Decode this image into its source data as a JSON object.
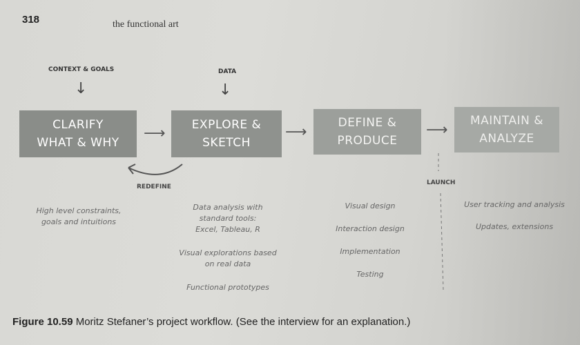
{
  "page": {
    "number": "318",
    "running_head": "the functional art"
  },
  "inputs": {
    "context_goals": "CONTEXT & GOALS",
    "data": "DATA"
  },
  "stages": [
    {
      "line1": "CLARIFY",
      "line2": "WHAT & WHY"
    },
    {
      "line1": "EXPLORE &",
      "line2": "SKETCH"
    },
    {
      "line1": "DEFINE &",
      "line2": "PRODUCE"
    },
    {
      "line1": "MAINTAIN &",
      "line2": "ANALYZE"
    }
  ],
  "labels": {
    "redefine": "REDEFINE",
    "launch": "LAUNCH"
  },
  "notes": {
    "clarify": [
      "High level constraints,",
      "goals and intuitions"
    ],
    "explore": [
      "Data analysis with",
      "standard tools:",
      "Excel, Tableau, R",
      "Visual explorations based",
      "on real data",
      "Functional prototypes"
    ],
    "define": [
      "Visual design",
      "Interaction design",
      "Implementation",
      "Testing"
    ],
    "maintain": [
      "User tracking and analysis",
      "Updates, extensions"
    ]
  },
  "caption": {
    "label": "Figure 10.59",
    "text": " Moritz Stefaner’s project workflow. (See the interview for an explanation.)"
  },
  "colors": {
    "stage_1": "#8a8d89",
    "stage_2": "#8f928e",
    "stage_3": "#9c9f9b",
    "stage_4": "#a6a9a5"
  }
}
